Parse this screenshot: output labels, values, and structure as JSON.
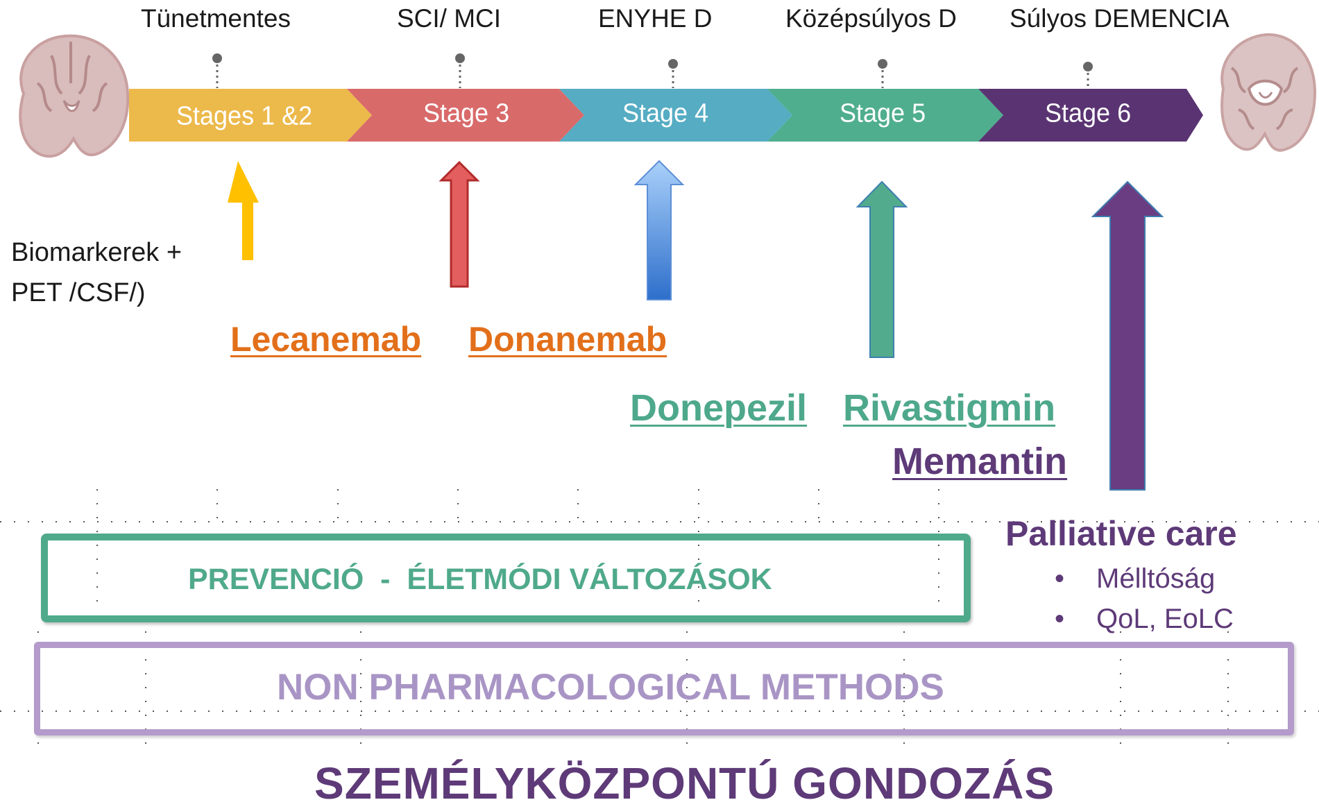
{
  "stage_titles": [
    "Tünetmentes",
    "SCI/ MCI",
    "ENYHE D",
    "Középsúlyos D",
    "Súlyos DEMENCIA"
  ],
  "stages": [
    {
      "label": "Stages 1 &2",
      "color": "#ECB94B"
    },
    {
      "label": "Stage 3",
      "color": "#D96A6A"
    },
    {
      "label": "Stage 4",
      "color": "#55ACC3"
    },
    {
      "label": "Stage 5",
      "color": "#4FAE8E"
    },
    {
      "label": "Stage 6",
      "color": "#5A3472"
    }
  ],
  "biomarkers": {
    "line1": "Biomarkerek +",
    "line2": "PET /CSF/)"
  },
  "drugs": {
    "lecanemab": "Lecanemab",
    "donanemab": "Donanemab",
    "donepezil": "Donepezil",
    "rivastigmin": "Rivastigmin",
    "memantin": "Memantin",
    "anti_amyloid_color": "#E26F1A",
    "cholinesterase_color": "#4EA88B",
    "memantin_color": "#5E3A78"
  },
  "palliative": {
    "title": "Palliative care",
    "items": [
      "Mélltóság",
      "QoL, EoLC"
    ],
    "bullet": "•",
    "color": "#5E3A78"
  },
  "prevention": {
    "text": "PREVENCIÓ  -  ÉLETMÓDI VÁLTOZÁSOK",
    "color": "#4FA98B"
  },
  "non_pharm": {
    "text": "NON PHARMACOLOGICAL METHODS",
    "border_color": "#B49BCB",
    "text_color": "#A995C5"
  },
  "footer": {
    "text": "SZEMÉLYKÖZPONTÚ GONDOZÁS",
    "color": "#5E3A78"
  },
  "icons": [
    "brain-healthy-icon",
    "brain-atrophic-icon"
  ]
}
